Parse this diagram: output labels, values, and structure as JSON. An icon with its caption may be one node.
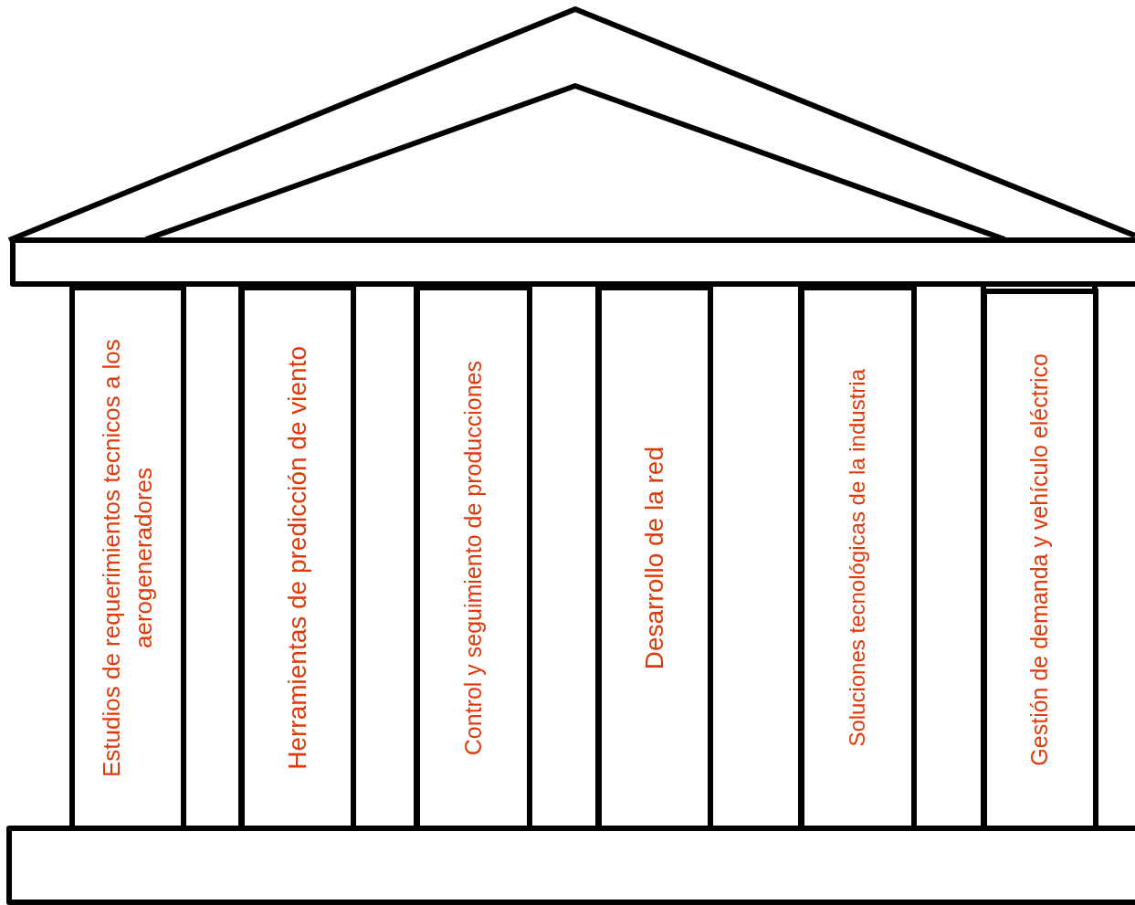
{
  "diagram": {
    "nodes": [
      {
        "text": [
          "Estudios de requerimientos tecnicos a los aerogeneradores"
        ]
      },
      {
        "text": [
          "Herramientas de predicción de viento"
        ]
      },
      {
        "text": [
          "Control y seguimiento de producciones"
        ]
      },
      {
        "text": [
          "Desarrollo de la red"
        ]
      },
      {
        "text": [
          "Soluciones tecnológicas de la industria"
        ]
      },
      {
        "text": [
          "Gestión de demanda y vehículo eléctrico"
        ]
      }
    ]
  }
}
